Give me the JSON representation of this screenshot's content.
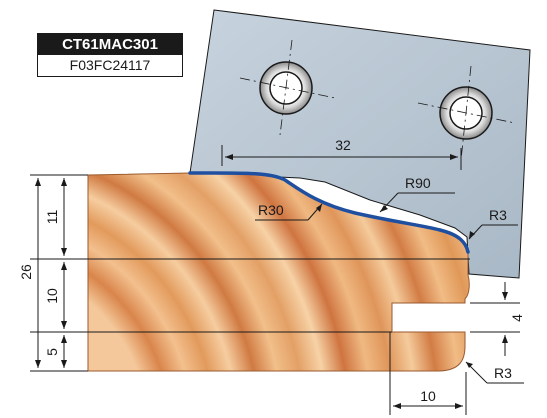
{
  "label": {
    "code": "CT61MAC301",
    "reference": "F03FC24117"
  },
  "dimensions": {
    "hole_spacing": "32",
    "total_height": "26",
    "top_section": "11",
    "middle_section": "10",
    "bottom_section": "5",
    "groove_height": "4",
    "groove_depth": "10"
  },
  "radii": {
    "r30": "R30",
    "r90": "R90",
    "r3_top": "R3",
    "r3_bottom": "R3"
  },
  "colors": {
    "knife_plate": "#b9c6d2",
    "profile_edge": "#1f4fa0",
    "wood_light": "#f2c18c",
    "wood_dark": "#c86a3a",
    "dimension_line": "#1a1a1a"
  }
}
